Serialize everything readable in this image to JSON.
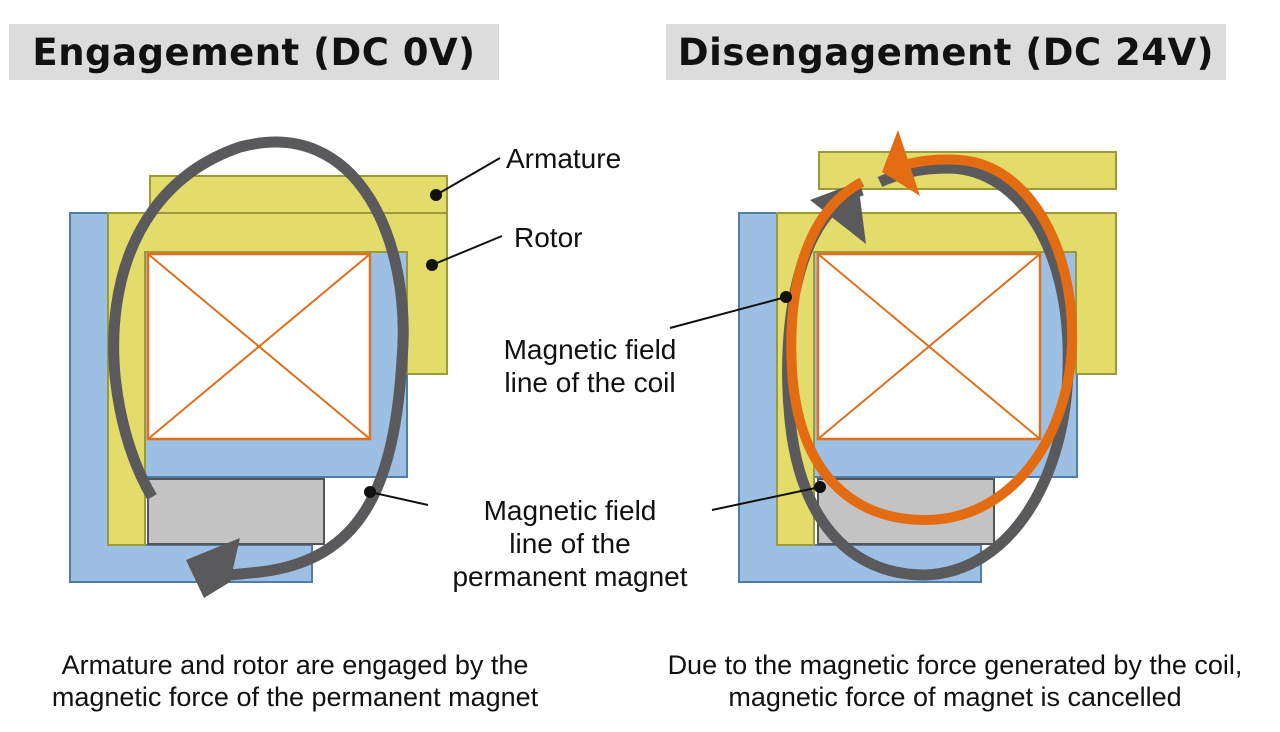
{
  "titles": {
    "engagement": "Engagement (DC 0V)",
    "disengagement": "Disengagement (DC 24V)"
  },
  "labels": {
    "armature": "Armature",
    "rotor": "Rotor",
    "coil_field_line_1": "Magnetic field",
    "coil_field_line_2": "line of the coil",
    "magnet_field_line_1": "Magnetic field",
    "magnet_field_line_2": "line of the",
    "magnet_field_line_3": "permanent magnet"
  },
  "captions": {
    "engagement_line_1": "Armature and rotor are engaged by the",
    "engagement_line_2": "magnetic force of the permanent magnet",
    "disengagement_line_1": "Due to the magnetic force generated by the coil,",
    "disengagement_line_2": "magnetic force of magnet is cancelled"
  },
  "colors": {
    "title_bar": "#dcdcdc",
    "housing_blue": "#9dbfe3",
    "housing_edge": "#4f7fa8",
    "rotor_yellow": "#e3dc6a",
    "rotor_edge": "#9a9a3a",
    "coil_edge": "#e0701e",
    "magnet_gray": "#c3c3c3",
    "magnet_field_line": "#5a5a5c",
    "coil_field_line": "#e36c12"
  }
}
